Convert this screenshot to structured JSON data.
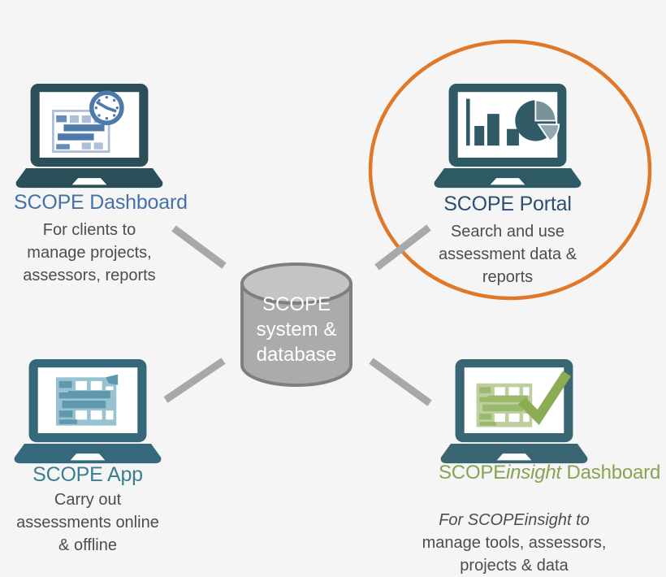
{
  "colors": {
    "background": "#f5f5f5",
    "connector_gray": "#a8a8a8",
    "orange_highlight": "#e0782a",
    "cylinder_fill": "#ababab",
    "cylinder_top": "#c4c4c4",
    "cylinder_stroke": "#7f7f7f",
    "cylinder_text": "#ffffff",
    "label_blue": "#4472a8",
    "label_navy": "#2e4e73",
    "label_teal": "#3a7e93",
    "label_green": "#85a456",
    "body_text": "#4d4d4d",
    "laptop1_body": "#2b4f59",
    "laptop2_body": "#2e5a66",
    "laptop3_body": "#35687a",
    "laptop4_body": "#3a6573",
    "dash_icon_blue": "#4d79ab",
    "dash_icon_light": "#aebfd9",
    "portal_icon": "#2f5a66",
    "portal_pie_gray": "#7a929a",
    "portal_pie_light": "#93a8ae",
    "app_icon": "#4e8fa5",
    "app_icon_light": "#8fbccb",
    "insight_icon": "#8aad53",
    "insight_icon_light": "#b3c78f"
  },
  "center": {
    "label": "SCOPE\nsystem &\ndatabase"
  },
  "nodes": {
    "dashboard": {
      "title": "SCOPE Dashboard",
      "description": "For clients to\nmanage projects,\nassessors, reports"
    },
    "portal": {
      "title": "SCOPE Portal",
      "description": "Search and use\nassessment data &\nreports"
    },
    "app": {
      "title": "SCOPE App",
      "description": "Carry out\nassessments online\n& offline"
    },
    "insight": {
      "title_prefix": "SCOPE",
      "title_italic": "insight",
      "title_suffix": " Dashboard",
      "description_line1": "For SCOPEinsight to",
      "description_rest": "manage tools, assessors,\nprojects & data"
    }
  }
}
